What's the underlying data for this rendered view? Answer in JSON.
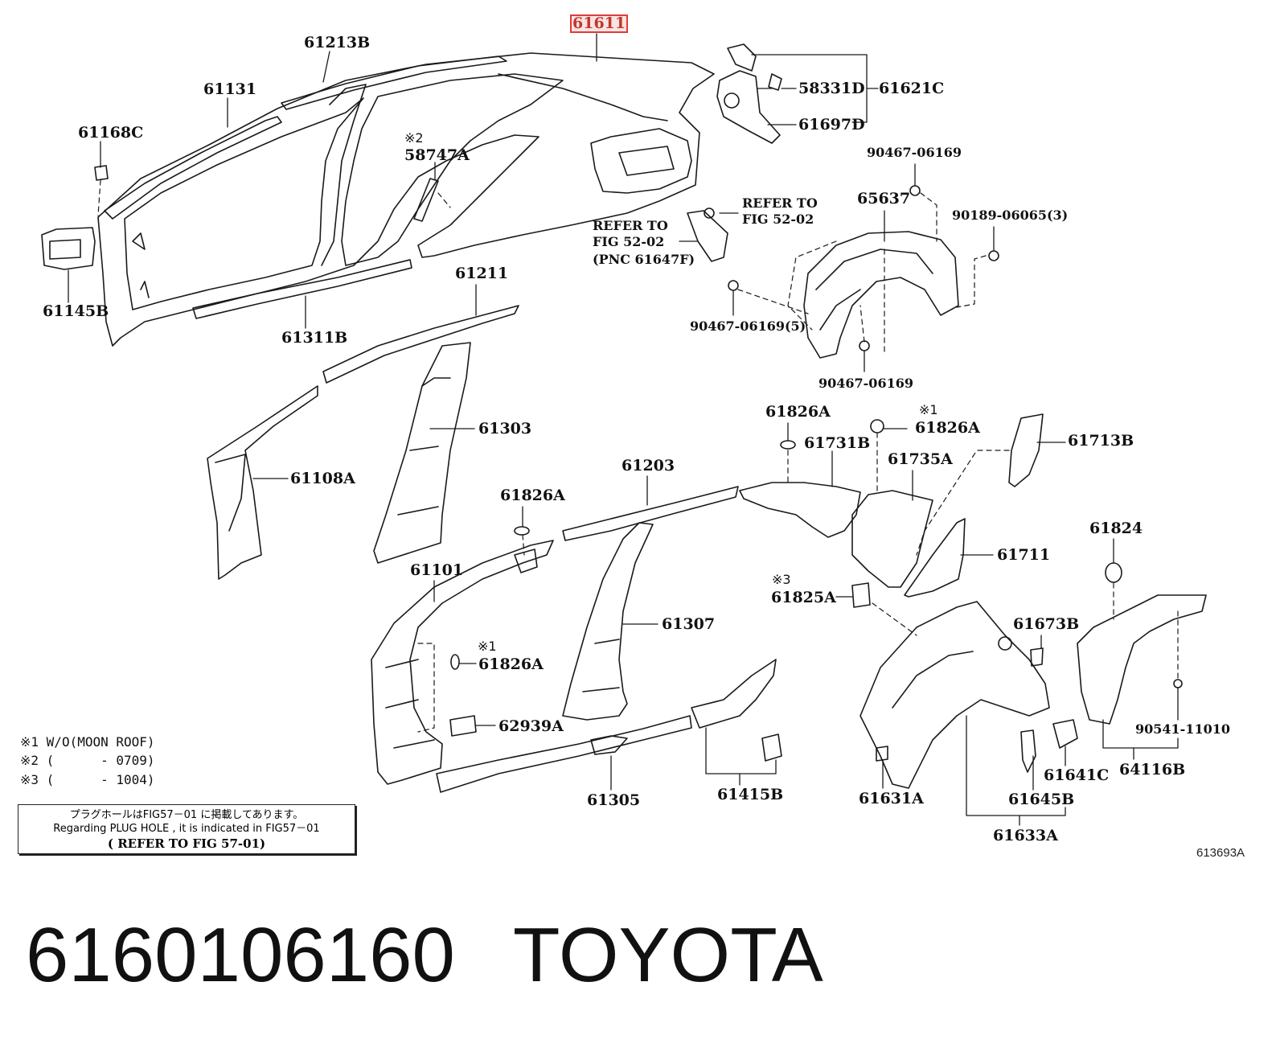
{
  "labels": {
    "p61611": "61611",
    "p61213b": "61213B",
    "p61131": "61131",
    "p61168c": "61168C",
    "p58747a_mark": "※2",
    "p58747a": "58747A",
    "p61145b": "61145B",
    "p61311b": "61311B",
    "p58331d": "58331D",
    "p61621c": "61621C",
    "p61697d": "61697D",
    "ref1_line1": "REFER TO",
    "ref1_line2": "FIG 52-02",
    "ref2_line1": "REFER TO",
    "ref2_line2": "FIG 52-02",
    "ref2_line3": "(PNC 61647F)",
    "p90467_a": "90467-06169",
    "p65637": "65637",
    "p90189": "90189-06065(3)",
    "p90467_b": "90467-06169(5)",
    "p90467_c": "90467-06169",
    "p61211": "61211",
    "p61303": "61303",
    "p61108a": "61108A",
    "p61826a_1": "61826A",
    "p61826a_2_mark": "※1",
    "p61826a_2": "61826A",
    "p61731b": "61731B",
    "p61735a": "61735A",
    "p61713b": "61713B",
    "p61203": "61203",
    "p61826a_3": "61826A",
    "p61101": "61101",
    "p61711": "61711",
    "p61824": "61824",
    "p61825a_mark": "※3",
    "p61825a": "61825A",
    "p61307": "61307",
    "p61826a_4_mark": "※1",
    "p61826a_4": "61826A",
    "p61673b": "61673B",
    "p62939a": "62939A",
    "p90541": "90541-11010",
    "p61641c": "61641C",
    "p64116b": "64116B",
    "p61305": "61305",
    "p61415b": "61415B",
    "p61631a": "61631A",
    "p61645b": "61645B",
    "p61633a": "61633A"
  },
  "notes": {
    "n1": "※1 W/O(MOON ROOF)",
    "n2": "※2 (      - 0709)",
    "n3": "※3 (      - 1004)"
  },
  "plug_box": {
    "jp": "プラグホールはFIG57－01 に掲載してあります。",
    "en": "Regarding PLUG HOLE , it is indicated in FIG57－01",
    "ref": "( REFER TO FIG 57-01)"
  },
  "drawing_number": "613693A",
  "footer": {
    "part_number": "6160106160",
    "brand": "TOYOTA"
  },
  "highlight_color": "#e03a3a"
}
